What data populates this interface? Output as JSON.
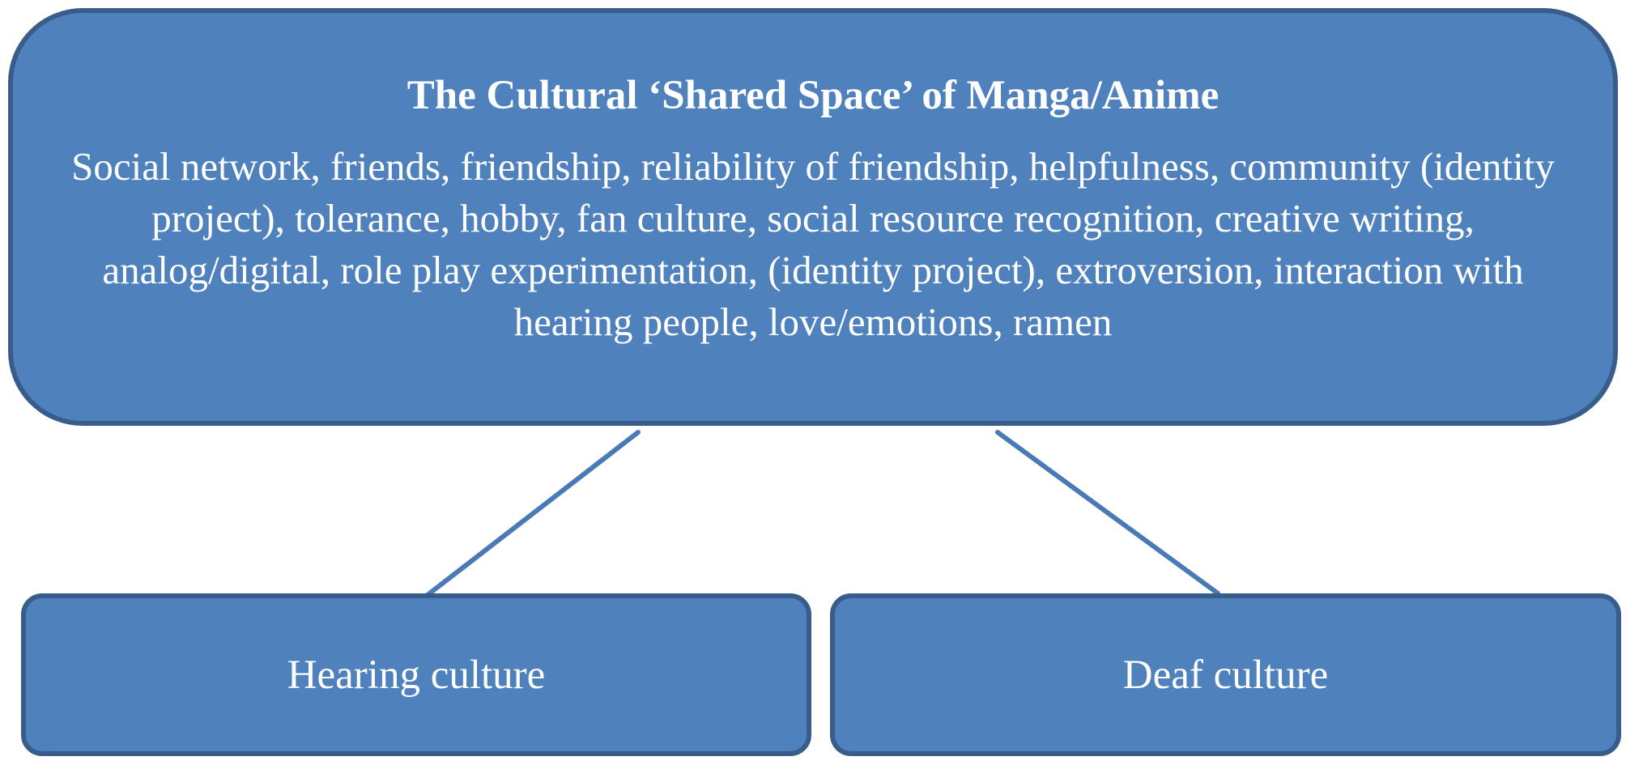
{
  "diagram": {
    "top_node": {
      "title": "The Cultural ‘Shared Space’ of Manga/Anime",
      "body": "Social network, friends, friendship, reliability of friendship, helpfulness, community (identity project), tolerance, hobby, fan culture, social resource recognition, creative writing, analog/digital, role play experimentation, (identity project), extroversion, interaction with hearing people, love/emotions, ramen"
    },
    "bottom_nodes": [
      {
        "label": "Hearing culture"
      },
      {
        "label": "Deaf culture"
      }
    ],
    "colors": {
      "box_fill": "#4f81bd",
      "box_border": "#385d8a",
      "connector": "#4a7ab5",
      "text": "#ffffff"
    }
  }
}
